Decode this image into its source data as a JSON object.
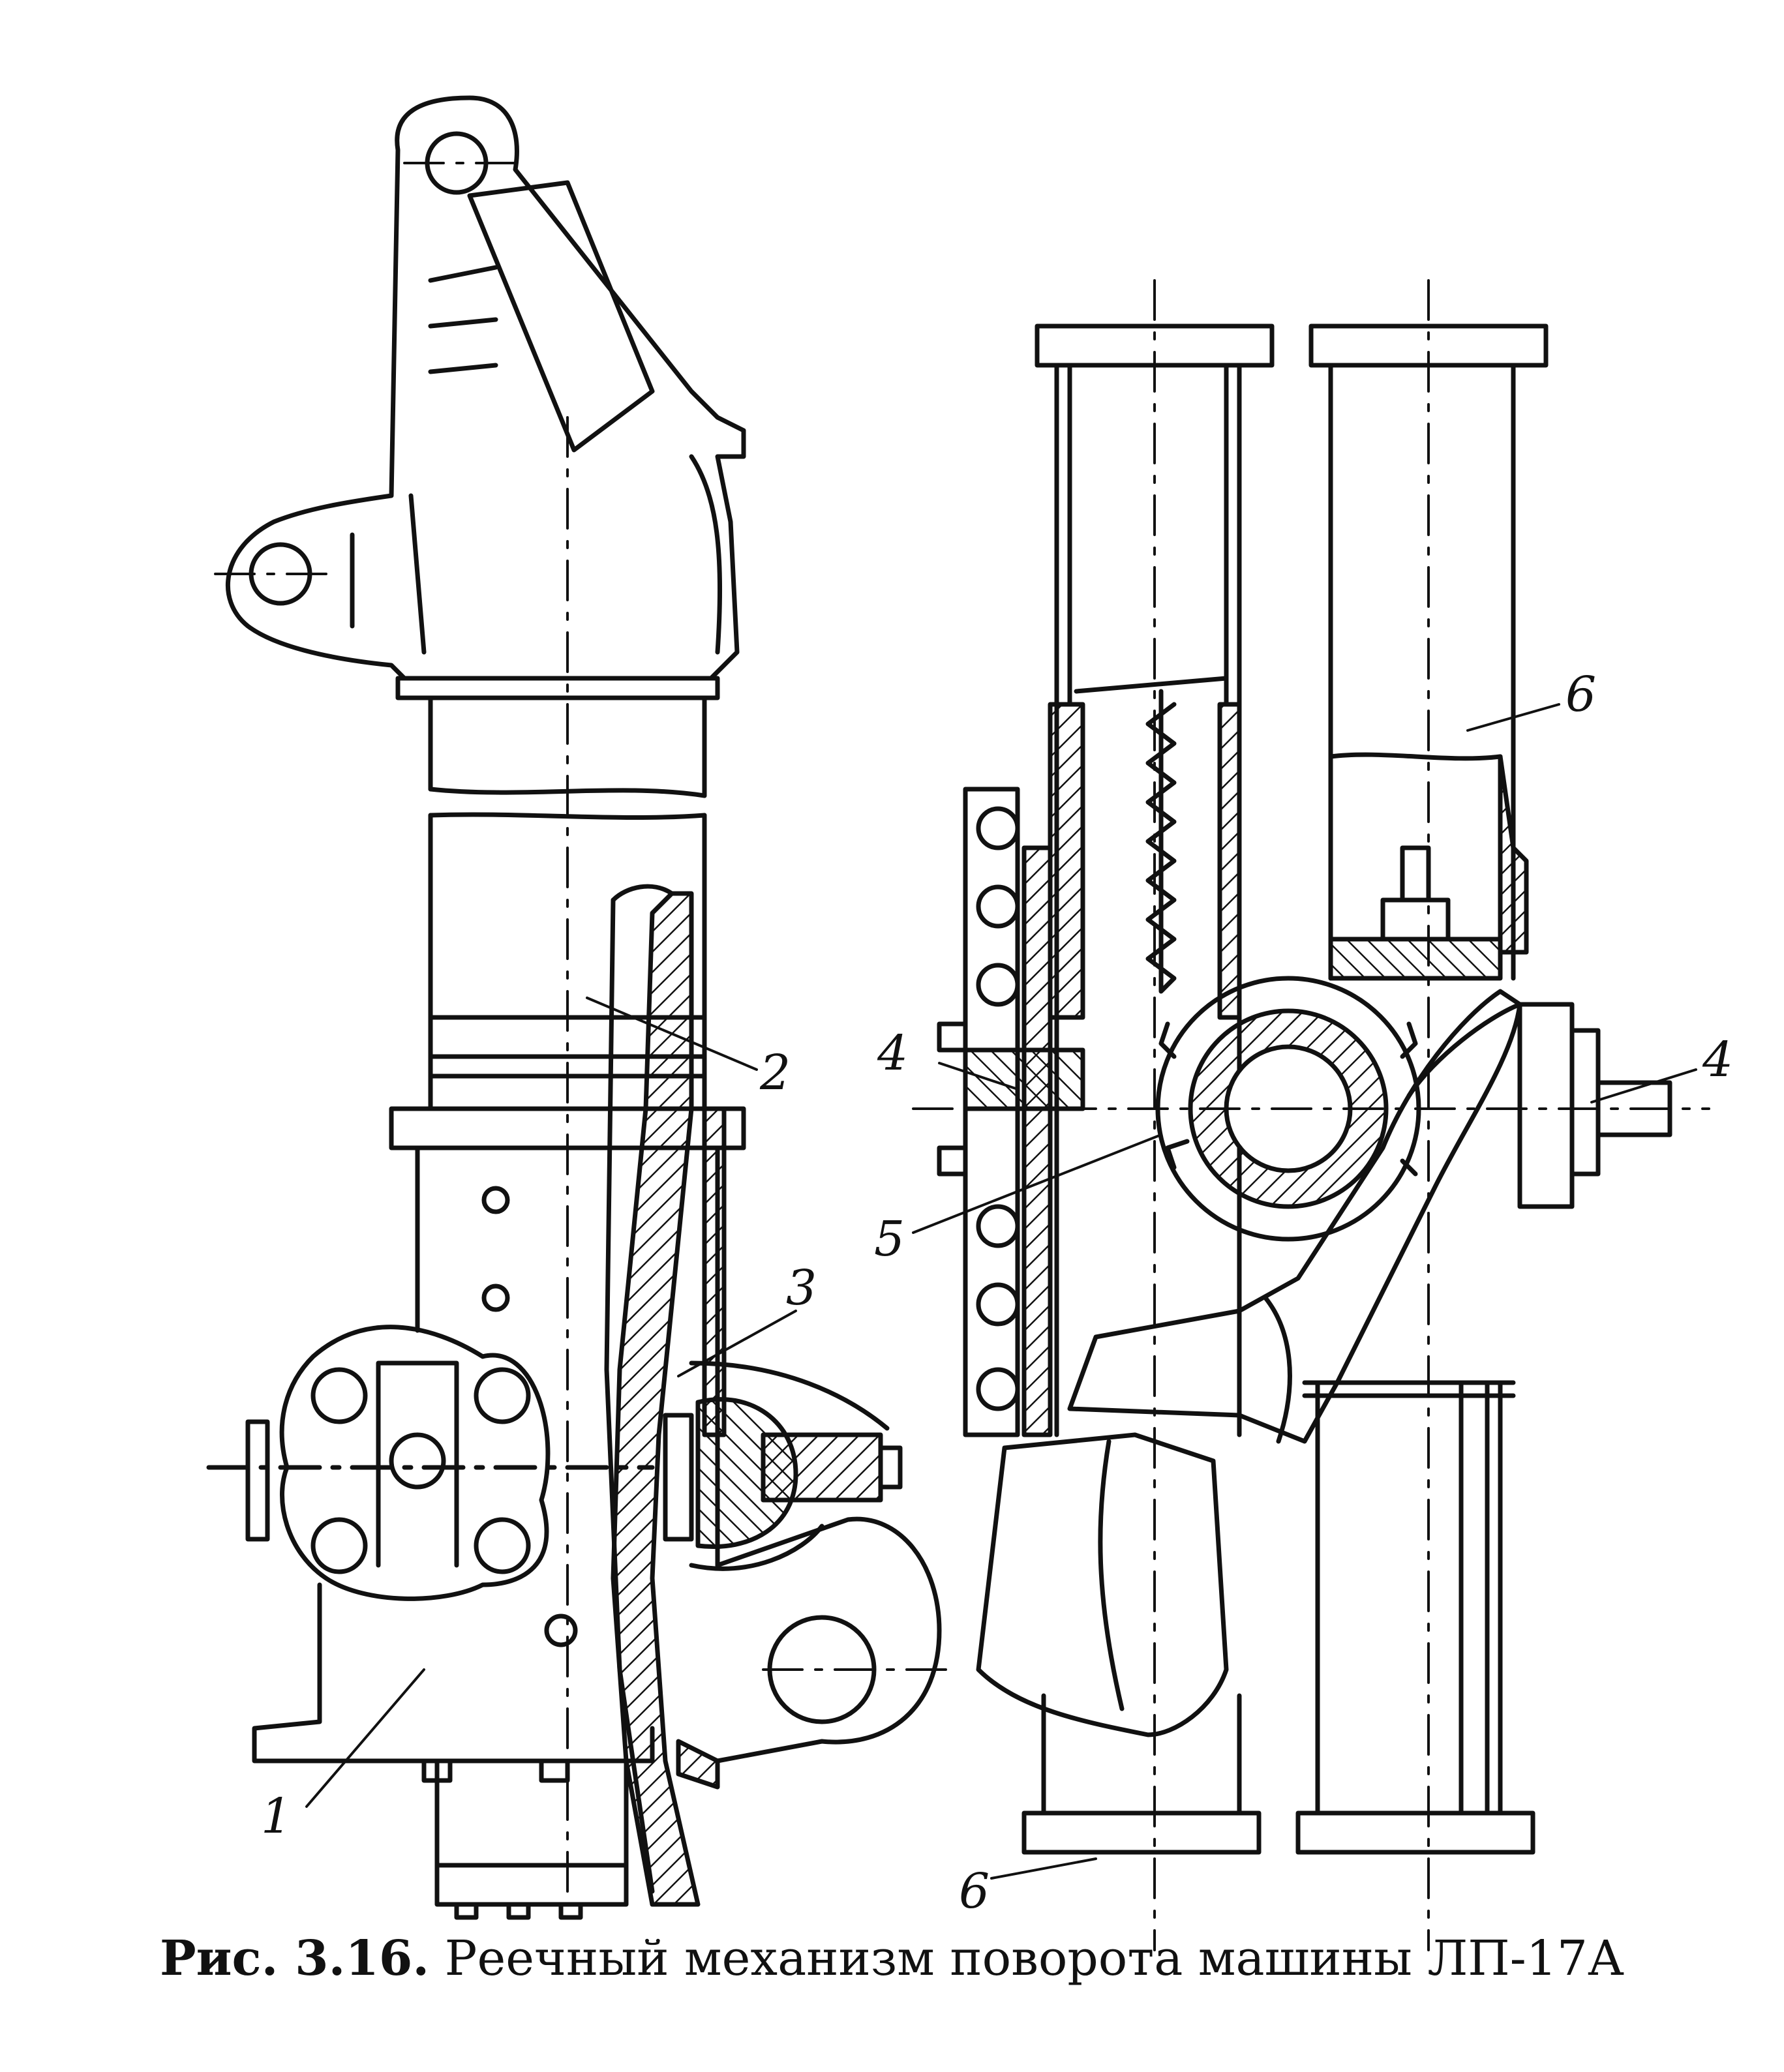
{
  "caption": {
    "figure_label": "Рис. 3.16.",
    "title": "Реечный механизм поворота машины ЛП-17А"
  },
  "callouts": [
    "1",
    "2",
    "3",
    "4",
    "4",
    "5",
    "6",
    "6"
  ],
  "colors": {
    "ink": "#111111",
    "paper": "#ffffff"
  }
}
